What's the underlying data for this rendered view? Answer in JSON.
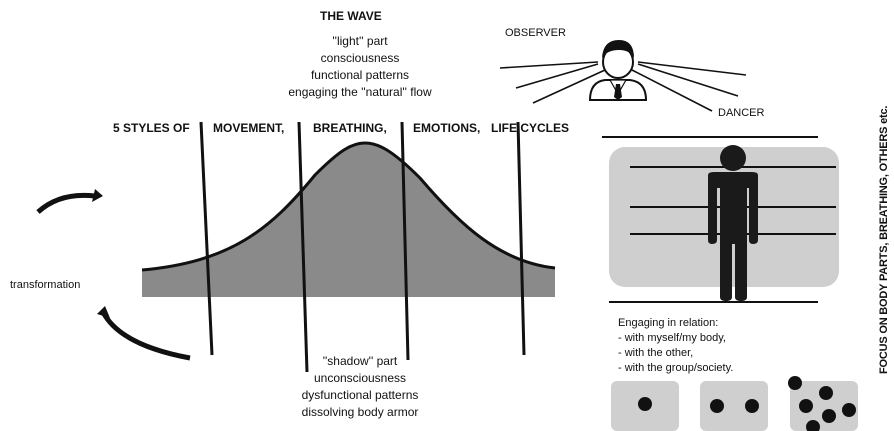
{
  "wave": {
    "title": "THE WAVE",
    "light_lines": [
      "''light'' part",
      "consciousness",
      "functional patterns",
      "engaging the ''natural'' flow"
    ],
    "shadow_lines": [
      "''shadow'' part",
      "unconsciousness",
      "dysfunctional patterns",
      "dissolving body armor"
    ],
    "styles": [
      "5 STYLES OF",
      "MOVEMENT,",
      "BREATHING,",
      "EMOTIONS,",
      "LIFE CYCLES"
    ],
    "transformation": "transformation"
  },
  "observer": {
    "label": "OBSERVER"
  },
  "dancer": {
    "label": "DANCER",
    "relation_lines": [
      "Engaging in relation:",
      "- with myself/my body,",
      "- with the other,",
      "- with the group/society."
    ]
  },
  "side_caption": "FOCUS ON BODY PARTS, BREATHING, OTHERS etc.",
  "colors": {
    "fill": "#8a8a8a",
    "panel": "#cfcfcf",
    "ink": "#1a1a1a"
  }
}
